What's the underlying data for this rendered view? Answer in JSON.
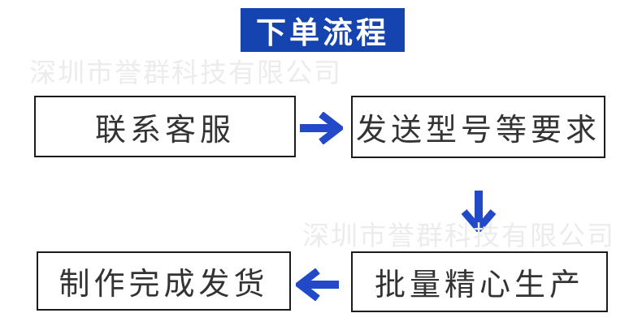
{
  "title": {
    "label": "下单流程"
  },
  "watermarks": [
    {
      "text": "深圳市誉群科技有限公司"
    },
    {
      "text": "深圳市誉群科技有限公司"
    }
  ],
  "flow": {
    "steps": [
      {
        "label": "联系客服"
      },
      {
        "label": "发送型号等要求"
      },
      {
        "label": "批量精心生产"
      },
      {
        "label": "制作完成发货"
      }
    ],
    "arrows": [
      {
        "direction": "right"
      },
      {
        "direction": "down"
      },
      {
        "direction": "left"
      }
    ]
  },
  "colors": {
    "title_bg": "#1544b0",
    "title_text": "#ffffff",
    "arrow_blue": "#2149c8",
    "box_border": "#1c1c1c",
    "box_text": "#333333",
    "watermark": "#ececec",
    "background": "#ffffff"
  }
}
